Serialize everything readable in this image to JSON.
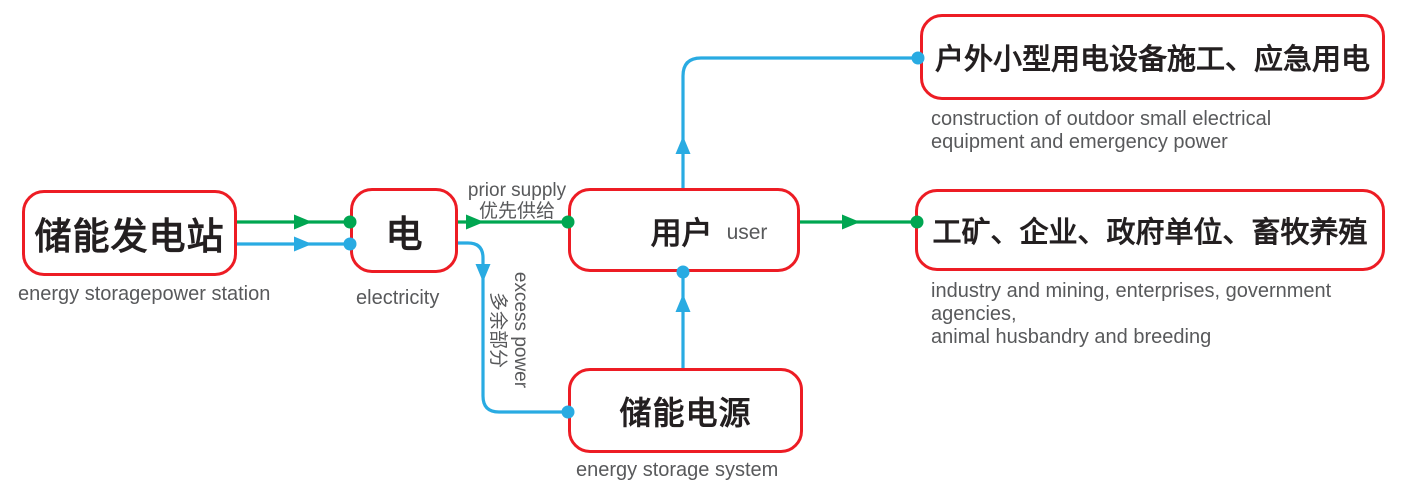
{
  "colors": {
    "box_border_red": "#ED1C24",
    "arrow_green": "#00A651",
    "arrow_blue": "#29ABE2",
    "caption_gray": "#58595B",
    "label_black": "#231F20",
    "background": "#FFFFFF"
  },
  "nodes": {
    "station": {
      "label": "储能发电站",
      "caption": "energy storagepower station"
    },
    "electricity": {
      "label": "电",
      "caption": "electricity"
    },
    "user": {
      "label": "用户",
      "sublabel": "user"
    },
    "storage": {
      "label": "储能电源",
      "caption": "energy storage system"
    },
    "outdoor": {
      "label": "户外小型用电设备施工、应急用电",
      "caption1": "construction of outdoor small electrical",
      "caption2": "equipment and emergency power"
    },
    "industry": {
      "label": "工矿、企业、政府单位、畜牧养殖",
      "caption1": "industry and mining, enterprises, government agencies,",
      "caption2": "animal husbandry and breeding"
    }
  },
  "edge_labels": {
    "prior_supply_en": "prior supply",
    "prior_supply_zh": "优先供给",
    "excess_power_en": "excess power",
    "excess_power_zh": "多余部分"
  }
}
